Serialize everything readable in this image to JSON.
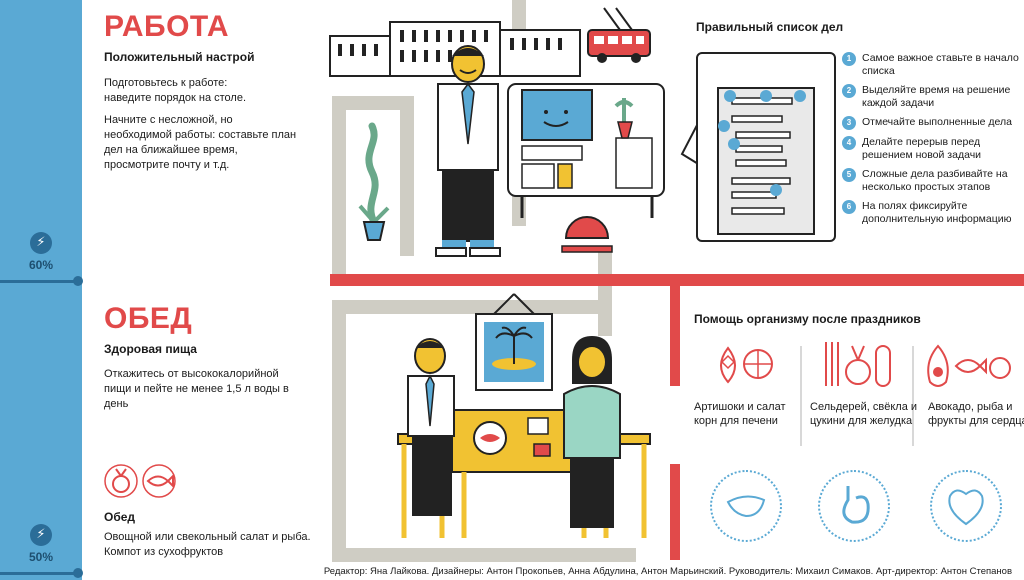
{
  "sidebar": {
    "work_charge": "60%",
    "lunch_charge": "50%",
    "bolt_glyph": "⚡"
  },
  "work": {
    "title": "РАБОТА",
    "subtitle": "Положительный настрой",
    "para1": "Подготовьтесь к работе: наведите порядок на столе.",
    "para2": "Начните с несложной, но необходимой работы: составьте план дел на ближайшее время, просмотрите почту и т.д."
  },
  "todo": {
    "title": "Правильный список дел",
    "items": [
      {
        "num": "1",
        "text": "Самое важное ставьте в начало списка"
      },
      {
        "num": "2",
        "text": "Выделяйте время на решение каждой задачи"
      },
      {
        "num": "3",
        "text": "Отмечайте выполненные дела"
      },
      {
        "num": "4",
        "text": "Делайте перерыв перед решением новой задачи"
      },
      {
        "num": "5",
        "text": "Сложные дела разбивайте на несколько простых этапов"
      },
      {
        "num": "6",
        "text": "На полях фиксируйте дополнительную информацию"
      }
    ]
  },
  "lunch": {
    "title": "ОБЕД",
    "subtitle": "Здоровая пища",
    "para1": "Откажитесь от высококалорийной пищи и пейте не менее 1,5 л воды в день",
    "menu_title": "Обед",
    "menu_text": "Овощной или свекольный салат и рыба. Компот из сухофруктов"
  },
  "help": {
    "title": "Помощь организму после праздников",
    "cols": [
      {
        "text": "Артишоки и салат корн для печени",
        "organ": "liver-icon"
      },
      {
        "text": "Сельдерей, свёкла и цукини для желудка",
        "organ": "stomach-icon"
      },
      {
        "text": "Авокадо, рыба и фрукты для сердца",
        "organ": "heart-icon"
      }
    ]
  },
  "footer": {
    "credits": "Редактор: Яна Лайкова. Дизайнеры: Антон Прокопьев, Анна Абдулина, Антон Марьинский. Руководитель: Михаил Симаков. Арт-директор: Антон Степанов"
  },
  "colors": {
    "accent_red": "#e14a4a",
    "accent_blue": "#5aa9d4",
    "dark_blue": "#2b6d98",
    "pipe_gray": "#cfcdc4",
    "yellow": "#f1c232"
  }
}
